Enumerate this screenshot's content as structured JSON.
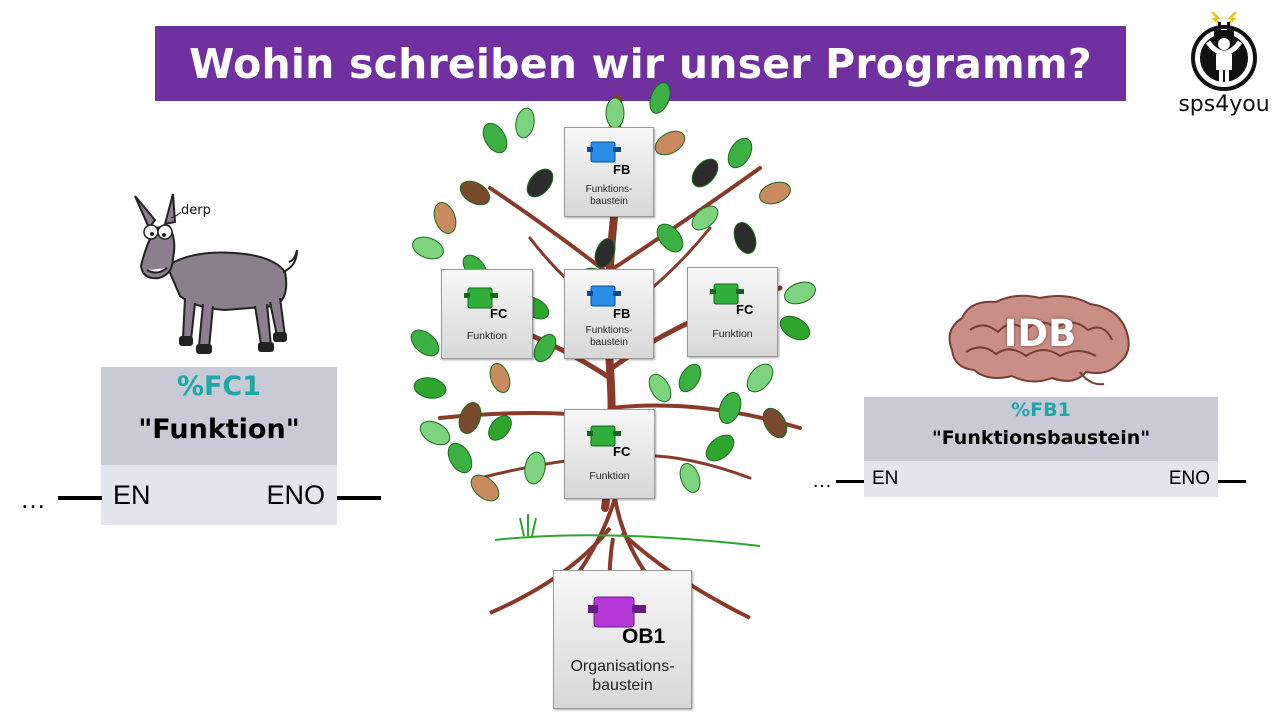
{
  "title": "Wohin schreiben wir unser Programm?",
  "logo": {
    "text": "sps4you",
    "icon": "power-plug-person-icon"
  },
  "donkey": {
    "speech": "derp",
    "icon": "donkey-icon"
  },
  "fc_block": {
    "id": "%FC1",
    "name": "\"Funktion\"",
    "en": "EN",
    "eno": "ENO",
    "ellipsis": "…"
  },
  "fb_block": {
    "overlay": "IDB",
    "id": "%FB1",
    "name": "\"Funktionsbaustein\"",
    "en": "EN",
    "eno": "ENO",
    "ellipsis": "…"
  },
  "tree": {
    "tiles": [
      {
        "tag": "FB",
        "label": "Funktions-\nbaustein",
        "color": "#2a8de8"
      },
      {
        "tag": "FC",
        "label": "Funktion",
        "color": "#2fae3a"
      },
      {
        "tag": "FB",
        "label": "Funktions-\nbaustein",
        "color": "#2a8de8"
      },
      {
        "tag": "FC",
        "label": "Funktion",
        "color": "#2fae3a"
      },
      {
        "tag": "FC",
        "label": "Funktion",
        "color": "#2fae3a"
      }
    ],
    "root": {
      "tag": "OB1",
      "label": "Organisations-\nbaustein",
      "color": "#b637d8"
    }
  }
}
